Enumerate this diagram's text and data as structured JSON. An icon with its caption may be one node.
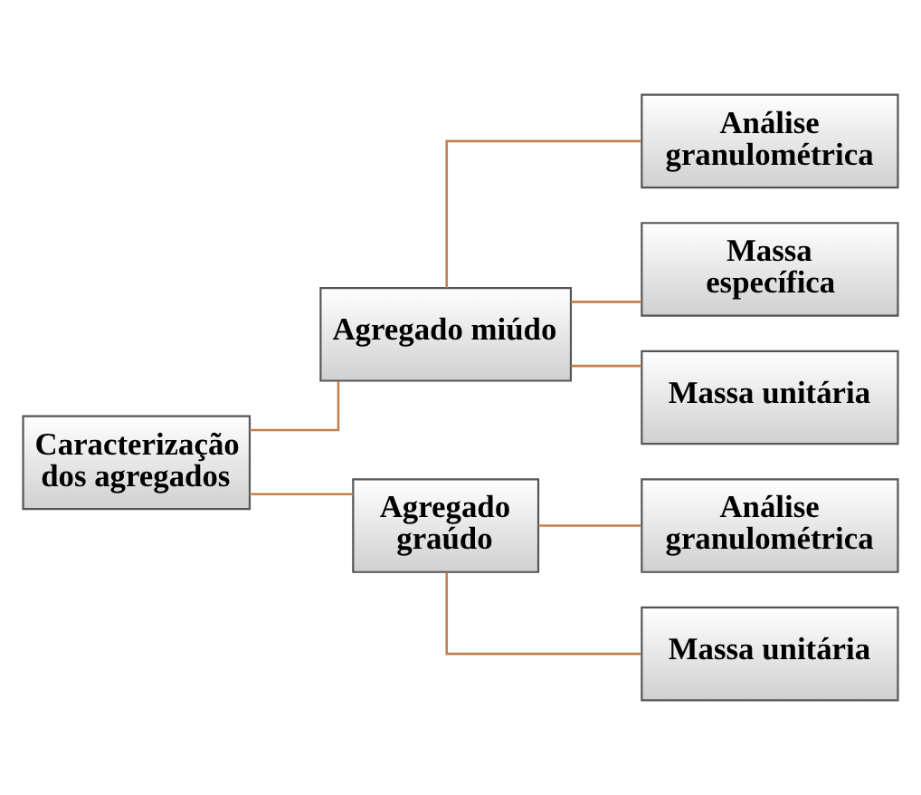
{
  "diagram": {
    "nodes": [
      {
        "text": [
          "Caracterização dos agregados"
        ]
      },
      {
        "text": [
          "Agregado miúdo"
        ]
      },
      {
        "text": [
          "Análise granulométrica"
        ]
      },
      {
        "text": [
          "Massa específica"
        ]
      },
      {
        "text": [
          "Massa unitária"
        ]
      },
      {
        "text": [
          "Agregado graúdo"
        ]
      },
      {
        "text": [
          "Análise granulométrica"
        ]
      },
      {
        "text": [
          "Massa unitária"
        ]
      }
    ],
    "edges": [
      {
        "from": 0,
        "to": 1,
        "arrow": "none"
      },
      {
        "from": 0,
        "to": 5,
        "arrow": "none"
      },
      {
        "from": 1,
        "to": 2,
        "arrow": "none"
      },
      {
        "from": 1,
        "to": 3,
        "arrow": "none"
      },
      {
        "from": 1,
        "to": 4,
        "arrow": "none"
      },
      {
        "from": 5,
        "to": 6,
        "arrow": "none"
      },
      {
        "from": 5,
        "to": 7,
        "arrow": "none"
      }
    ]
  }
}
